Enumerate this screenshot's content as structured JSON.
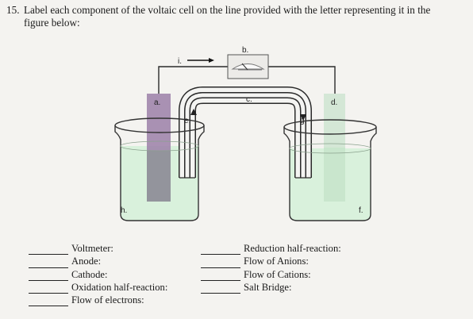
{
  "question": {
    "number": "15.",
    "text_line1": "Label each component of the voltaic cell on the line provided with the letter representing it in the",
    "text_line2": "figure below:"
  },
  "figure": {
    "labels": {
      "a": "a.",
      "b": "b.",
      "c": "c.",
      "d": "d.",
      "e": "e.",
      "f": "f.",
      "g": "g.",
      "h": "h.",
      "i": "i."
    },
    "colors": {
      "electrode_a": "#9b7fa8",
      "electrode_d": "#d4e7d6",
      "solution": "#d9f1dc",
      "wire": "#2a2a2a"
    },
    "icons": [
      "arrow-right-icon",
      "voltmeter-icon"
    ]
  },
  "answers": {
    "left": [
      {
        "label": "Voltmeter:"
      },
      {
        "label": "Anode:"
      },
      {
        "label": "Cathode:"
      },
      {
        "label": "Oxidation half-reaction:"
      },
      {
        "label": "Flow of electrons:"
      }
    ],
    "right": [
      {
        "label": "Reduction half-reaction:"
      },
      {
        "label": "Flow of Anions:"
      },
      {
        "label": "Flow of Cations:"
      },
      {
        "label": "Salt Bridge:"
      }
    ]
  }
}
